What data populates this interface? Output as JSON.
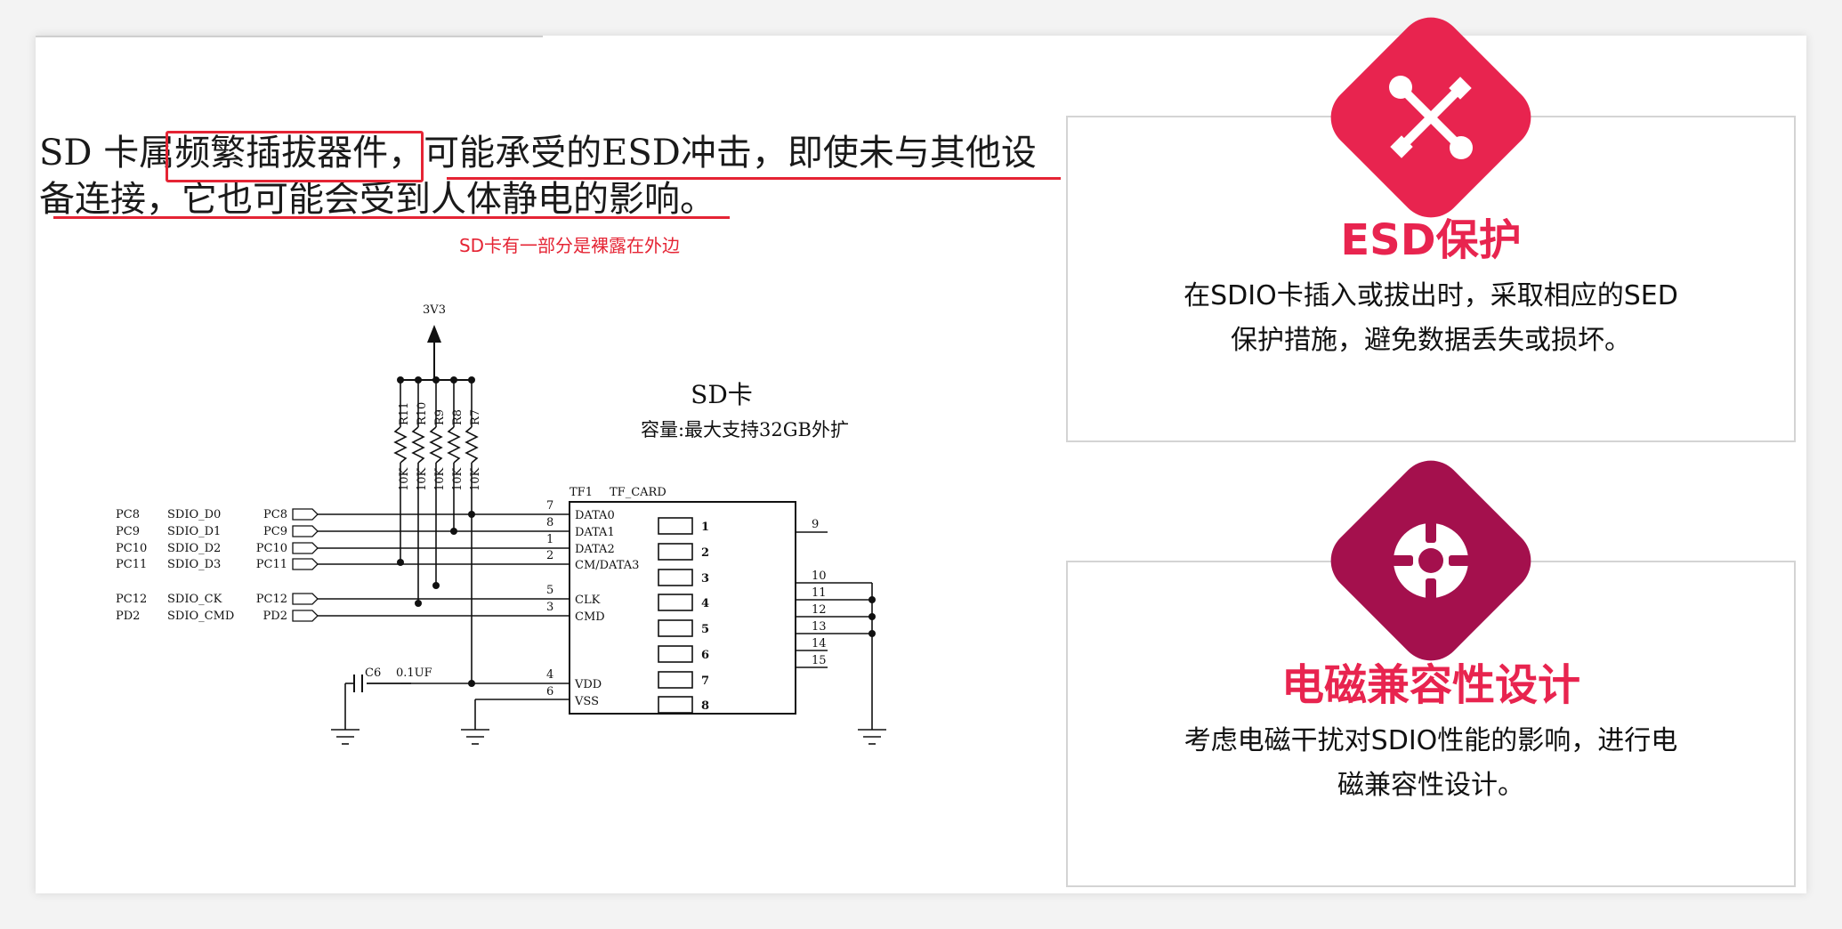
{
  "left": {
    "para_part1": "SD 卡属",
    "para_highlight": "频繁插拔器件",
    "para_part2": "，可能承受的ESD冲击，即使未与其他设备连接，它也可能会受到人体静电的影响。",
    "note": "SD卡有一部分是裸露在外边"
  },
  "schematic": {
    "title": "SD卡",
    "subtitle": "容量:最大支持32GB外扩",
    "power_label": "3V3",
    "resistors": [
      {
        "ref": "R11",
        "value": "10K"
      },
      {
        "ref": "R10",
        "value": "10K"
      },
      {
        "ref": "R9",
        "value": "10K"
      },
      {
        "ref": "R8",
        "value": "10K"
      },
      {
        "ref": "R7",
        "value": "10K"
      }
    ],
    "part_ref": "TF1",
    "part_name": "TF_CARD",
    "signals": [
      {
        "port": "PC8",
        "name": "SDIO_D0",
        "port2": "PC8",
        "pin": "7",
        "func": "DATA0"
      },
      {
        "port": "PC9",
        "name": "SDIO_D1",
        "port2": "PC9",
        "pin": "8",
        "func": "DATA1"
      },
      {
        "port": "PC10",
        "name": "SDIO_D2",
        "port2": "PC10",
        "pin": "1",
        "func": "DATA2"
      },
      {
        "port": "PC11",
        "name": "SDIO_D3",
        "port2": "PC11",
        "pin": "2",
        "func": "CM/DATA3"
      },
      {
        "port": "PC12",
        "name": "SDIO_CK",
        "port2": "PC12",
        "pin": "5",
        "func": "CLK"
      },
      {
        "port": "PD2",
        "name": "SDIO_CMD",
        "port2": "PD2",
        "pin": "3",
        "func": "CMD"
      }
    ],
    "power_pins": [
      {
        "pin": "4",
        "func": "VDD"
      },
      {
        "pin": "6",
        "func": "VSS"
      }
    ],
    "pad_numbers": [
      "1",
      "2",
      "3",
      "4",
      "5",
      "6",
      "7",
      "8"
    ],
    "right_pins": [
      "9",
      "10",
      "11",
      "12",
      "13",
      "14",
      "15"
    ],
    "cap_ref": "C6",
    "cap_value": "0.1UF"
  },
  "cards": [
    {
      "icon": "wrench-screwdriver-icon",
      "color": "#e8244f",
      "title": "ESD保护",
      "desc_line1": "在SDIO卡插入或拔出时，采取相应的SED",
      "desc_line2": "保护措施，避免数据丢失或损坏。"
    },
    {
      "icon": "emc-coil-icon",
      "color": "#a4104d",
      "title_color": "#e8244f",
      "title": "电磁兼容性设计",
      "desc_line1": "考虑电磁干扰对SDIO性能的影响，进行电",
      "desc_line2": "磁兼容性设计。"
    }
  ]
}
